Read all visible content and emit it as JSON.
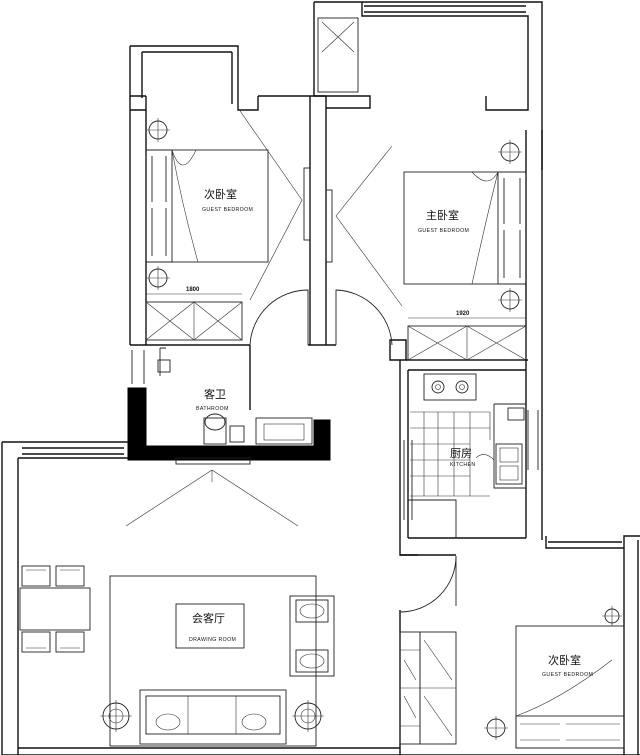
{
  "rooms": {
    "guest_bedroom_left": {
      "cn": "次卧室",
      "en": "GUEST BEDROOM"
    },
    "master_bedroom": {
      "cn": "主卧室",
      "en": "GUEST BEDROOM"
    },
    "bathroom": {
      "cn": "客卫",
      "en": "BATHROOM"
    },
    "kitchen": {
      "cn": "厨房",
      "en": "KITCHEN"
    },
    "drawing_room": {
      "cn": "会客厅",
      "en": "DRAWING ROOM"
    },
    "guest_bedroom_right": {
      "cn": "次卧室",
      "en": "GUEST BEDROOM"
    }
  },
  "dimensions": {
    "left_bed_width": "1800",
    "master_bed_width": "1920"
  }
}
